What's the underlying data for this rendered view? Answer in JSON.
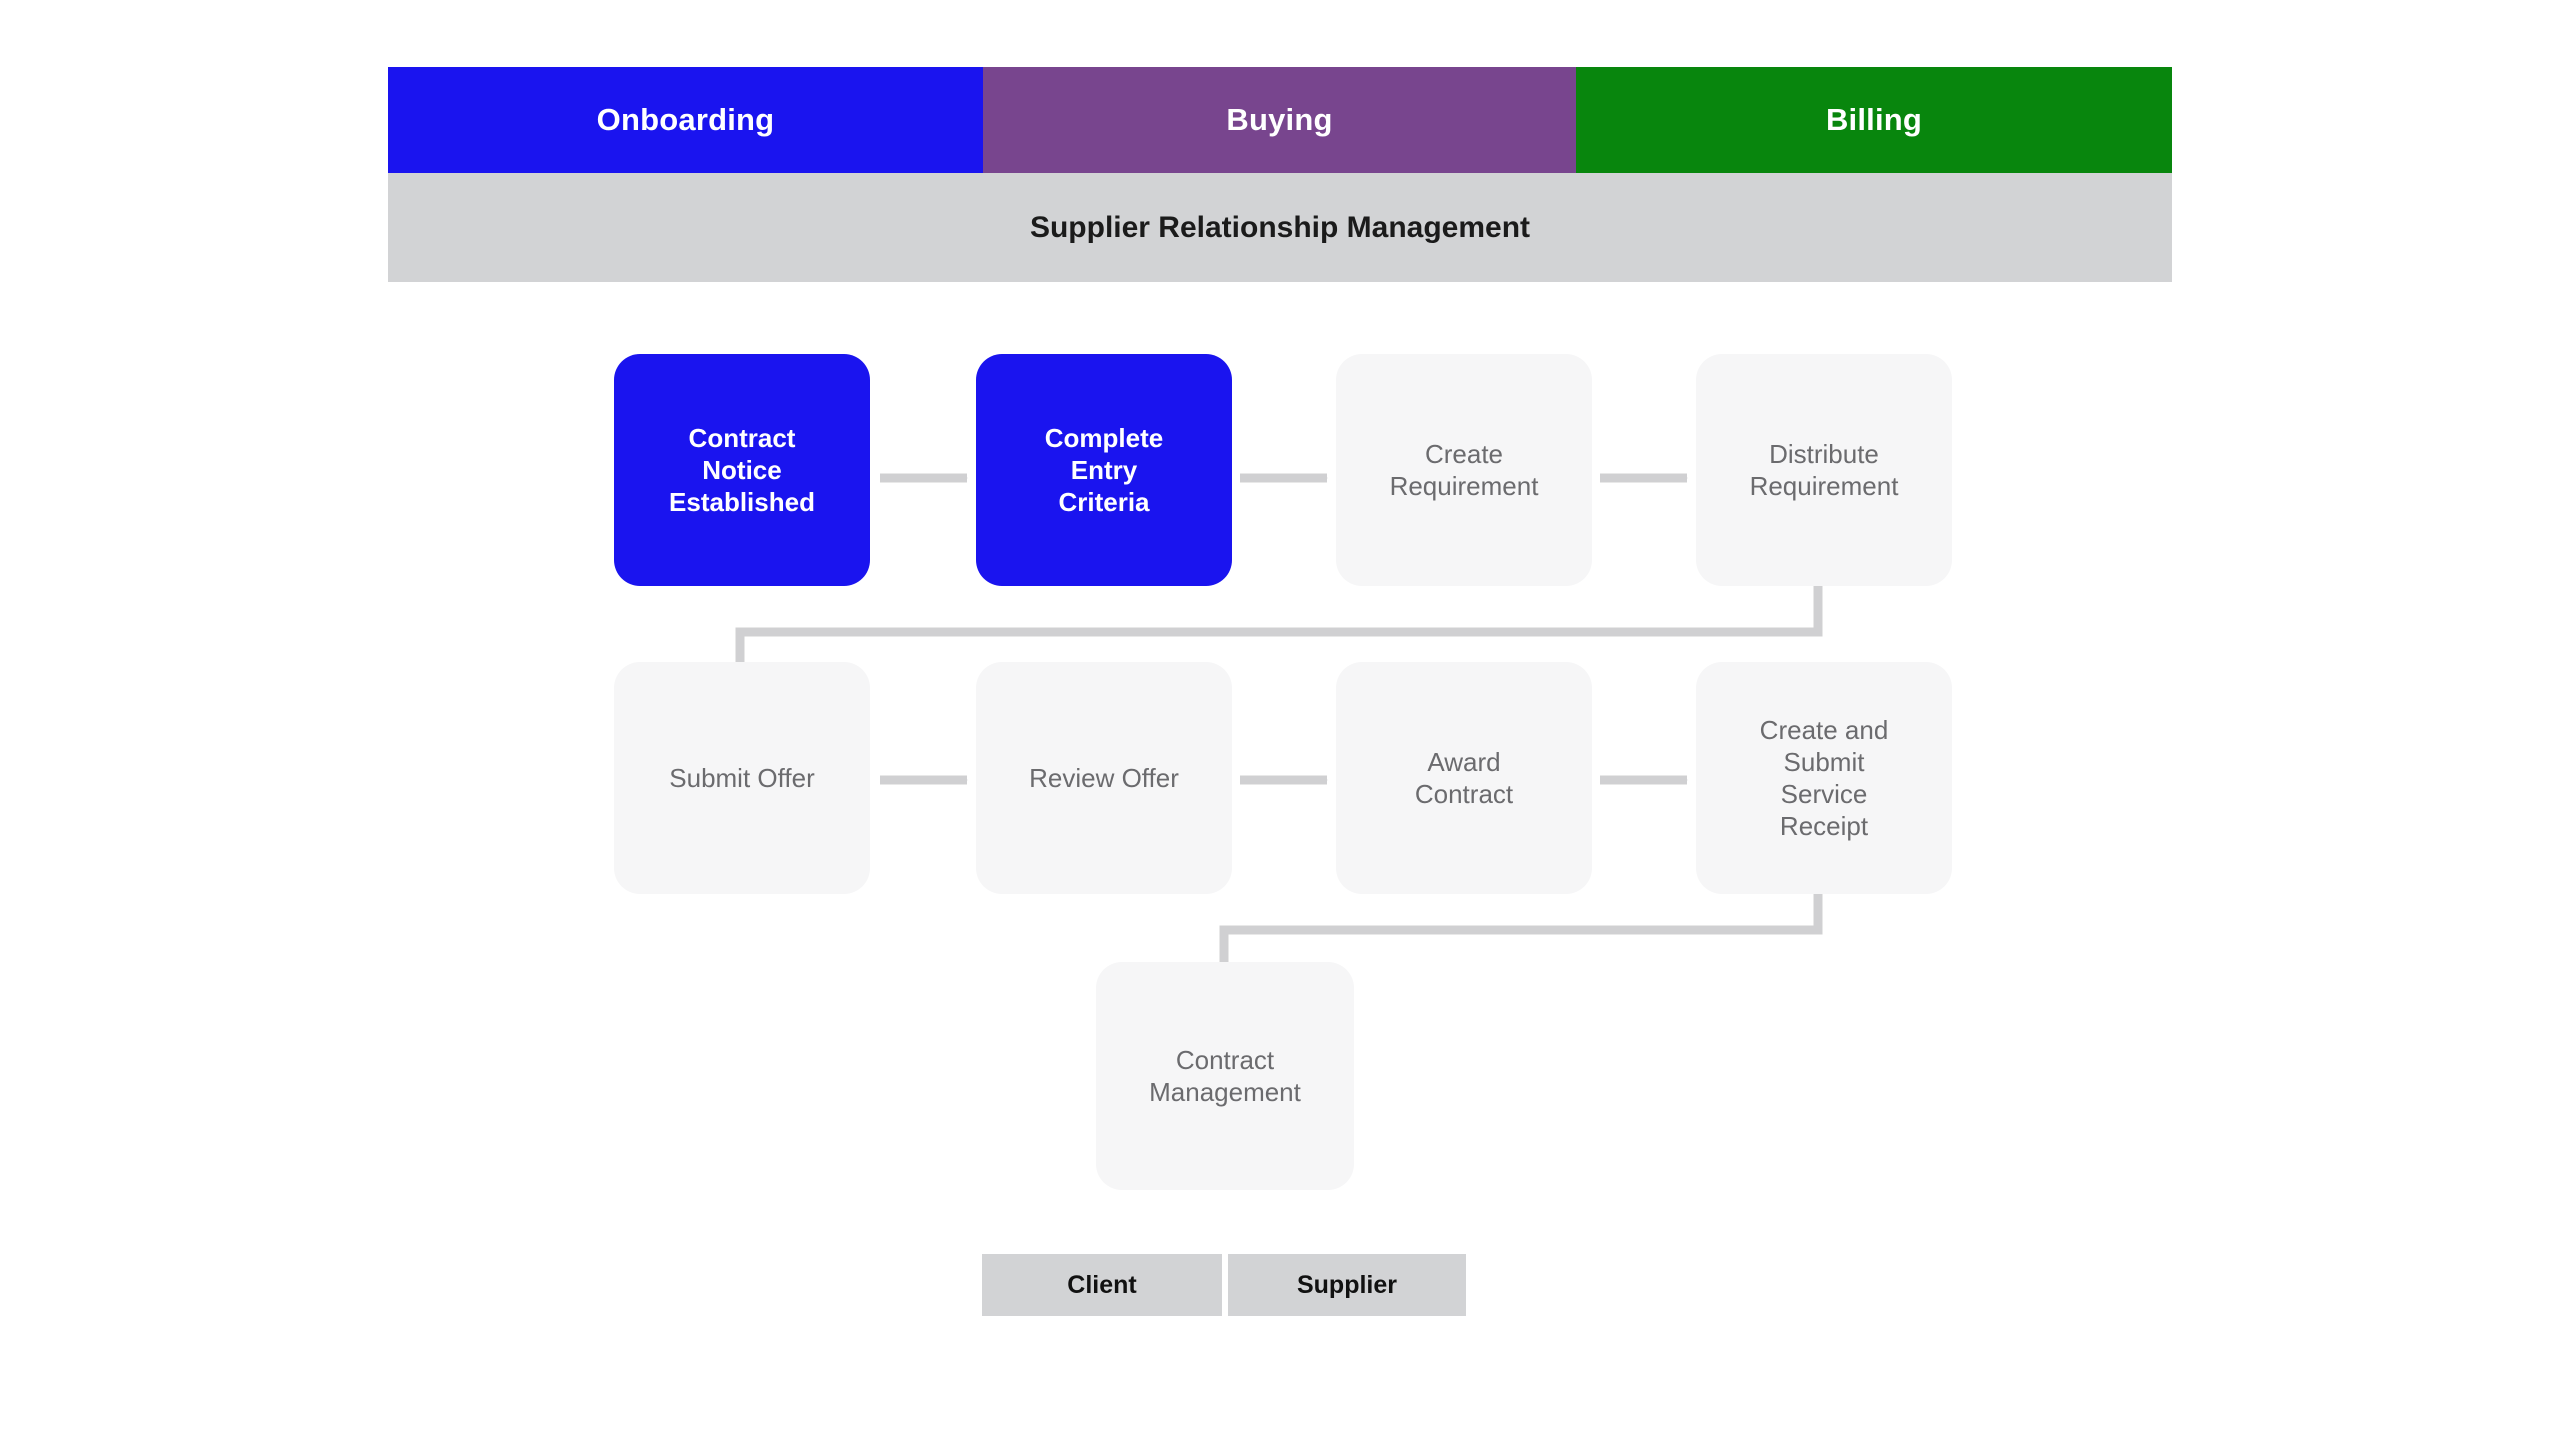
{
  "phases": [
    {
      "label": "Onboarding",
      "color": "#1a14ef"
    },
    {
      "label": "Buying",
      "color": "#78458e"
    },
    {
      "label": "Billing",
      "color": "#08860d"
    }
  ],
  "banner": {
    "title": "Supplier Relationship Management",
    "background": "#d2d3d5"
  },
  "nodes": [
    {
      "id": "contract-notice-established",
      "label": "Contract\nNotice\nEstablished",
      "state": "active",
      "row": 1,
      "col": 1
    },
    {
      "id": "complete-entry-criteria",
      "label": "Complete\nEntry\nCriteria",
      "state": "active",
      "row": 1,
      "col": 2
    },
    {
      "id": "create-requirement",
      "label": "Create\nRequirement",
      "state": "inactive",
      "row": 1,
      "col": 3
    },
    {
      "id": "distribute-requirement",
      "label": "Distribute\nRequirement",
      "state": "inactive",
      "row": 1,
      "col": 4
    },
    {
      "id": "submit-offer",
      "label": "Submit Offer",
      "state": "inactive",
      "row": 2,
      "col": 1
    },
    {
      "id": "review-offer",
      "label": "Review Offer",
      "state": "inactive",
      "row": 2,
      "col": 2
    },
    {
      "id": "award-contract",
      "label": "Award\nContract",
      "state": "inactive",
      "row": 2,
      "col": 3
    },
    {
      "id": "create-submit-service-receipt",
      "label": "Create and\nSubmit\nService\nReceipt",
      "state": "inactive",
      "row": 2,
      "col": 4
    },
    {
      "id": "contract-management",
      "label": "Contract\nManagement",
      "state": "inactive",
      "row": 3,
      "col": 2
    }
  ],
  "legend": [
    {
      "label": "Client",
      "color": "#d2d3d5"
    },
    {
      "label": "Supplier",
      "color": "#d2d3d5"
    }
  ],
  "colors": {
    "active_node": "#1a14ef",
    "inactive_node": "#f6f6f7",
    "inactive_text": "#6b6b6e",
    "arrow": "#d0d0d2",
    "banner": "#d2d3d5",
    "page_background": "#ffffff"
  }
}
